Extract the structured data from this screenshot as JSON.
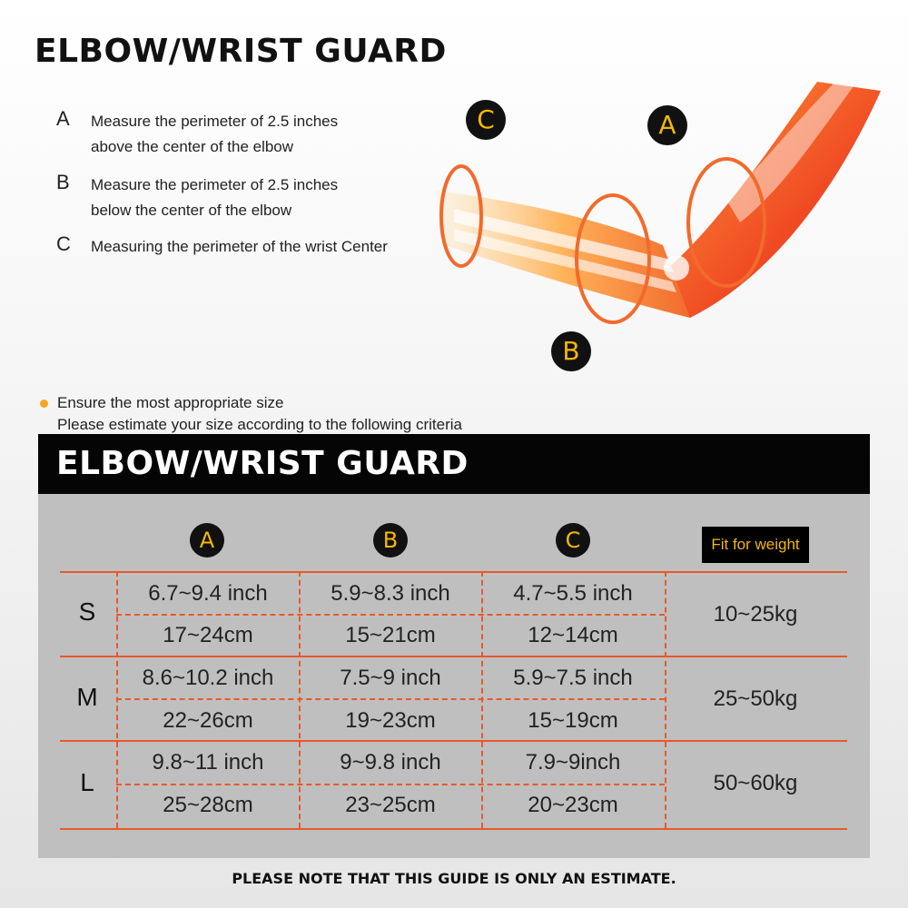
{
  "title": "ELBOW/WRIST GUARD",
  "measurements": [
    {
      "letter": "A",
      "line1": "Measure the perimeter of 2.5 inches",
      "line2": "above the center of the elbow"
    },
    {
      "letter": "B",
      "line1": "Measure the perimeter of 2.5 inches",
      "line2": "below the center of the elbow"
    },
    {
      "letter": "C",
      "line1": "Measuring the perimeter of the wrist Center",
      "line2": ""
    }
  ],
  "diagram_badges": {
    "a": "A",
    "b": "B",
    "c": "C"
  },
  "note": {
    "line1": "Ensure the most appropriate size",
    "line2": "Please estimate your size according to the following criteria"
  },
  "size_chart": {
    "title": "ELBOW/WRIST GUARD",
    "columns": [
      "A",
      "B",
      "C"
    ],
    "fit_label": "Fit for weight",
    "rows": [
      {
        "size": "S",
        "a_inch": "6.7~9.4 inch",
        "a_cm": "17~24cm",
        "b_inch": "5.9~8.3 inch",
        "b_cm": "15~21cm",
        "c_inch": "4.7~5.5 inch",
        "c_cm": "12~14cm",
        "weight": "10~25kg"
      },
      {
        "size": "M",
        "a_inch": "8.6~10.2 inch",
        "a_cm": "22~26cm",
        "b_inch": "7.5~9 inch",
        "b_cm": "19~23cm",
        "c_inch": "5.9~7.5 inch",
        "c_cm": "15~19cm",
        "weight": "25~50kg"
      },
      {
        "size": "L",
        "a_inch": "9.8~11 inch",
        "a_cm": "25~28cm",
        "b_inch": "9~9.8 inch",
        "b_cm": "23~25cm",
        "c_inch": "7.9~9inch",
        "c_cm": "20~23cm",
        "weight": "50~60kg"
      }
    ]
  },
  "footer": "PLEASE NOTE THAT THIS GUIDE IS ONLY AN ESTIMATE."
}
